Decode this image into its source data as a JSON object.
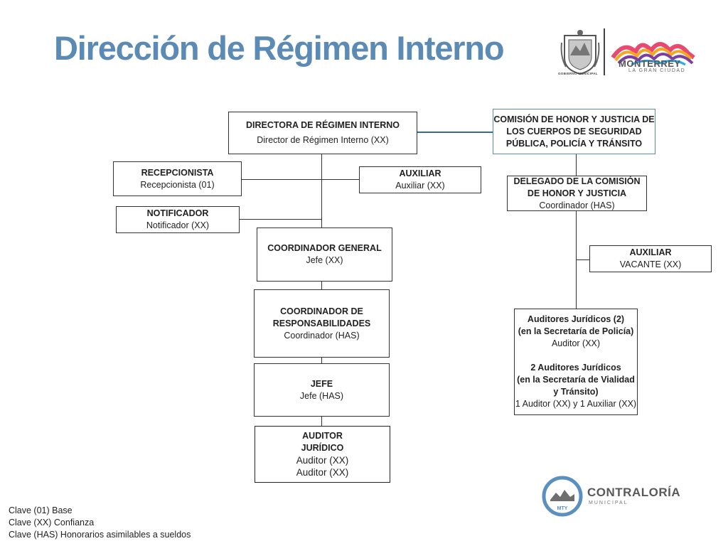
{
  "title": "Dirección de Régimen Interno",
  "logos": {
    "seal_caption": "GOBIERNO MUNICIPAL",
    "city_name": "MONTERREY",
    "city_tagline": "LA GRAN CIUDAD",
    "contraloria_badge": "MTY",
    "contraloria_name": "CONTRALORÍA",
    "contraloria_sub": "MUNICIPAL"
  },
  "org": {
    "directora": {
      "title": "DIRECTORA DE RÉGIMEN INTERNO",
      "role": "Director de Régimen Interno (XX)"
    },
    "comision": {
      "line1": "COMISIÓN DE HONOR Y JUSTICIA DE",
      "line2": "LOS CUERPOS DE SEGURIDAD",
      "line3": "PÚBLICA, POLICÍA Y TRÁNSITO"
    },
    "recepcionista": {
      "title": "RECEPCIONISTA",
      "role": "Recepcionista (01)"
    },
    "auxiliar": {
      "title": "AUXILIAR",
      "role": "Auxiliar (XX)"
    },
    "notificador": {
      "title": "NOTIFICADOR",
      "role": "Notificador (XX)"
    },
    "delegado": {
      "line1": "DELEGADO DE LA COMISIÓN",
      "line2": "DE HONOR Y JUSTICIA",
      "role": "Coordinador (HAS)"
    },
    "auxiliar_vacante": {
      "title": "AUXILIAR",
      "role": "VACANTE (XX)"
    },
    "coordinador_general": {
      "title": "COORDINADOR GENERAL",
      "role": "Jefe (XX)"
    },
    "coordinador_resp": {
      "line1": "COORDINADOR DE",
      "line2": "RESPONSABILIDADES",
      "role": "Coordinador (HAS)"
    },
    "auditores": {
      "line1": "Auditores Jurídicos (2)",
      "line2": "(en la Secretaría de Policía)",
      "line3": "Auditor (XX)",
      "line4": "2 Auditores Jurídicos",
      "line5": "(en la Secretaría de Vialidad",
      "line6": "y Tránsito)",
      "line7": "1 Auditor (XX) y 1 Auxiliar (XX)"
    },
    "jefe": {
      "title": "JEFE",
      "role": "Jefe (HAS)"
    },
    "auditor_juridico": {
      "line1": "AUDITOR",
      "line2": "JURÍDICO",
      "role1": "Auditor (XX)",
      "role2": "Auditor (XX)"
    }
  },
  "legend": [
    "Clave (01) Base",
    "Clave (XX) Confianza",
    "Clave (HAS) Honorarios asimilables a sueldos"
  ],
  "colors": {
    "title": "#5b8ab5",
    "comision_border": "#5b8ab5",
    "connector_blue": "#3a6a9a"
  }
}
